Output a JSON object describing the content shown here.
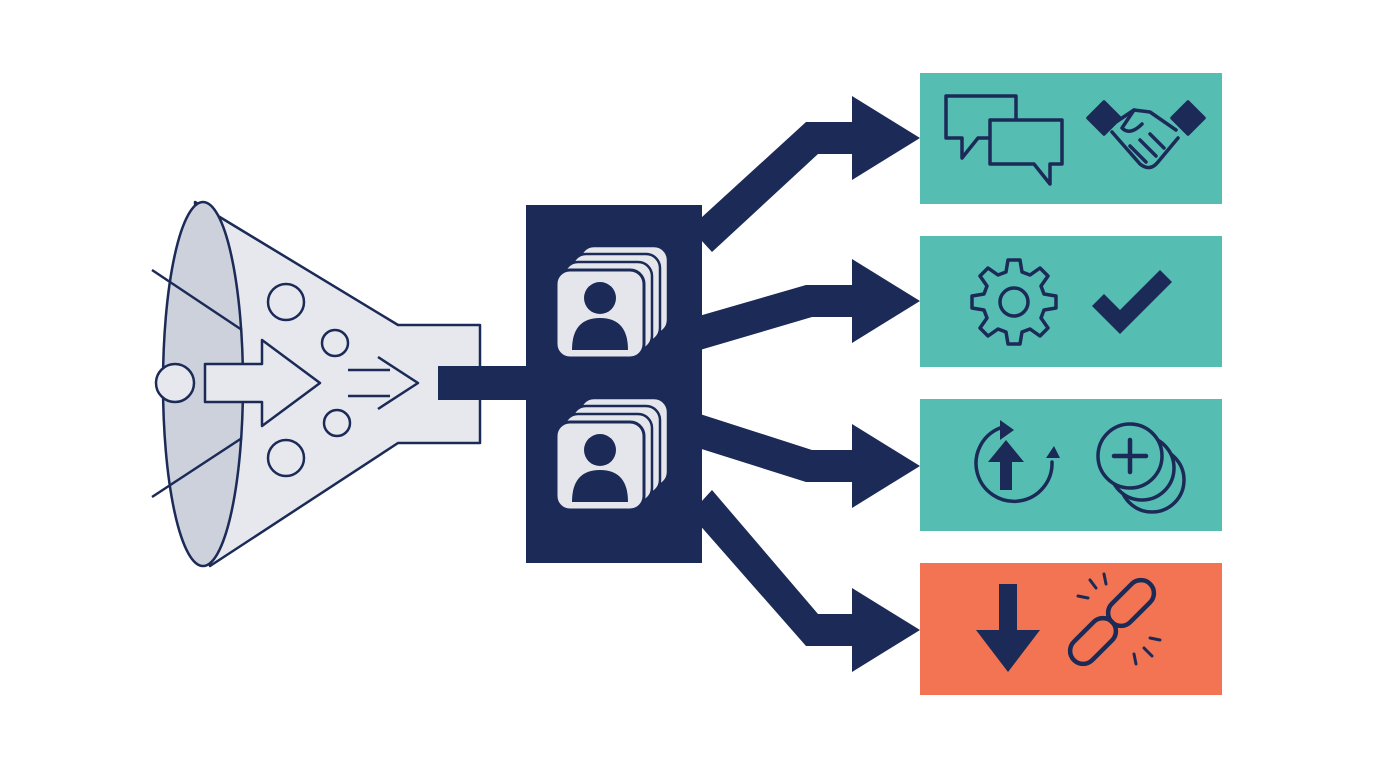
{
  "colors": {
    "navy": "#1b2a57",
    "teal": "#56bdb3",
    "coral": "#f27452",
    "funnel_fill": "#e6e8ed",
    "funnel_mouth": "#cdd1dc",
    "card_fill": "#e4e6ec",
    "background": "#ffffff"
  },
  "funnel": {
    "name": "input-funnel",
    "elements": [
      "particle-circles",
      "flow-arrows",
      "intake-lines"
    ]
  },
  "hub": {
    "name": "customer-hub",
    "icons": [
      "user-profile-stack-icon",
      "user-profile-stack-icon"
    ]
  },
  "outcomes": [
    {
      "name": "outcome-engagement",
      "status_color": "#56bdb3",
      "icons": [
        "chat-bubbles-icon",
        "handshake-icon"
      ]
    },
    {
      "name": "outcome-success",
      "status_color": "#56bdb3",
      "icons": [
        "gear-icon",
        "checkmark-icon"
      ]
    },
    {
      "name": "outcome-growth",
      "status_color": "#56bdb3",
      "icons": [
        "upgrade-cycle-icon",
        "add-coins-icon"
      ]
    },
    {
      "name": "outcome-churn",
      "status_color": "#f27452",
      "icons": [
        "down-arrow-icon",
        "broken-link-icon"
      ]
    }
  ]
}
